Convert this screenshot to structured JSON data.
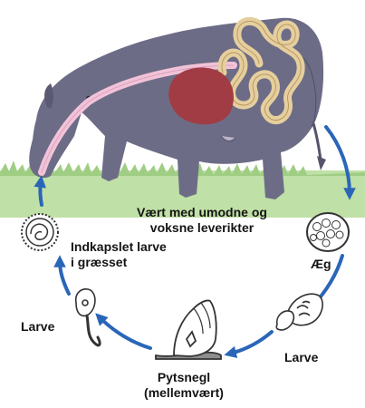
{
  "title": "",
  "host": {
    "line1": "Vært med umodne og",
    "line2": "voksne leverikter"
  },
  "stages": {
    "eggs": "Æg",
    "larva_water": "Larve",
    "snail_line1": "Pytsnegl",
    "snail_line2": "(mellemvært)",
    "larva_snail": "Larve",
    "cyst_line1": "Indkapslet larve",
    "cyst_line2": "i græsset"
  },
  "colors": {
    "cow": "#6d6c86",
    "grass": "#bfe0a6",
    "liver": "#a13c44",
    "intestine": "#e6cf9e",
    "esophagus": "#f2c3d8",
    "arrow": "#2a66b8",
    "stage_outline": "#333333"
  }
}
